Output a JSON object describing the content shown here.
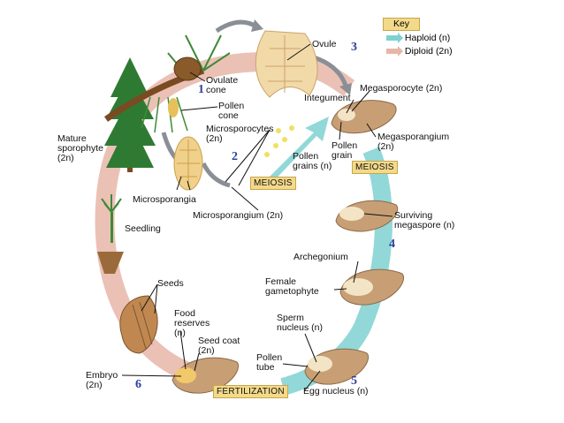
{
  "key": {
    "title": "Key",
    "haploid": "Haploid (n)",
    "diploid": "Diploid (2n)",
    "haploid_color": "#7fd1d1",
    "diploid_color": "#e7b6a8"
  },
  "steps": [
    "1",
    "2",
    "3",
    "4",
    "5",
    "6"
  ],
  "labels": {
    "ovule": "Ovule",
    "ovulate_cone": "Ovulate\ncone",
    "pollen_cone": "Pollen\ncone",
    "mature_sporophyte": "Mature\nsporophyte\n(2n)",
    "microsporocytes": "Microsporocytes\n(2n)",
    "integument": "Integument",
    "megasporocyte": "Megasporocyte (2n)",
    "megasporangium": "Megasporangium\n(2n)",
    "pollen_grain": "Pollen\ngrain",
    "pollen_grains": "Pollen\ngrains (n)",
    "microsporangia": "Microsporangia",
    "microsporangium": "Microsporangium (2n)",
    "seedling": "Seedling",
    "surviving_megaspore": "Surviving\nmegaspore (n)",
    "archegonium": "Archegonium",
    "female_gametophyte": "Female\ngametophyte",
    "seeds": "Seeds",
    "food_reserves": "Food\nreserves\n(n)",
    "seed_coat": "Seed coat\n(2n)",
    "sperm_nucleus": "Sperm\nnucleus (n)",
    "pollen_tube": "Pollen\ntube",
    "embryo": "Embryo\n(2n)",
    "egg_nucleus": "Egg nucleus (n)"
  },
  "boxes": {
    "meiosis_left": "MEIOSIS",
    "meiosis_right": "MEIOSIS",
    "fertilization": "FERTILIZATION"
  }
}
